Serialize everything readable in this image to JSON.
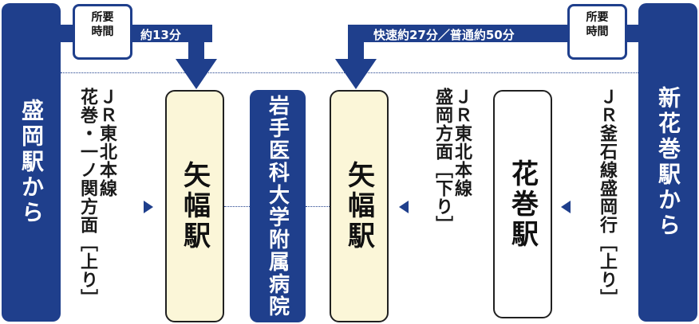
{
  "left_panel": {
    "label": "盛岡駅から"
  },
  "right_panel": {
    "label": "新花巻駅から"
  },
  "time_box_label": "所要\n時間",
  "left_time": "約13分",
  "right_time": "快速約27分／普通約50分",
  "route_left": {
    "label": "ＪＲ東北本線\n花巻・一ノ関方面［上り］"
  },
  "route_mid": {
    "label": "ＪＲ東北本線\n盛岡方面［下り］"
  },
  "route_right": {
    "label": "ＪＲ釜石線盛岡行［上り］"
  },
  "stations": {
    "yahaba_1": "矢幅駅",
    "hospital": "岩手医科大学附属病院",
    "yahaba_2": "矢幅駅",
    "hanamaki": "花巻駅"
  },
  "colors": {
    "navy": "#1f3f8c",
    "station_fill": "#fbf6d8"
  }
}
